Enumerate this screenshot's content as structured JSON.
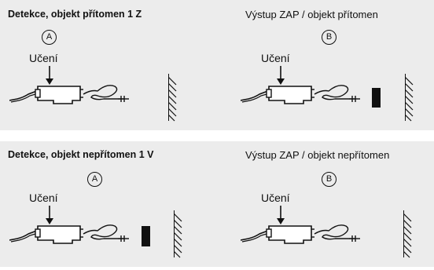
{
  "top": {
    "left_title": "Detekce, objekt přítomen 1 Z",
    "left_circle": "A",
    "left_teach": "Učení",
    "right_title": "Výstup ZAP / objekt přítomen",
    "right_circle": "B",
    "right_teach": "Učení"
  },
  "bottom": {
    "left_title": "Detekce, objekt nepřítomen 1 V",
    "left_circle": "A",
    "left_teach": "Učení",
    "right_title": "Výstup ZAP / objekt nepřítomen",
    "right_circle": "B",
    "right_teach": "Učení"
  },
  "icons": {
    "sensor": "sensor-icon",
    "arrow": "arrow-down-icon",
    "connector": "cable-connector-icon",
    "wall": "wall-hatch-icon",
    "object": "object-block-icon"
  }
}
